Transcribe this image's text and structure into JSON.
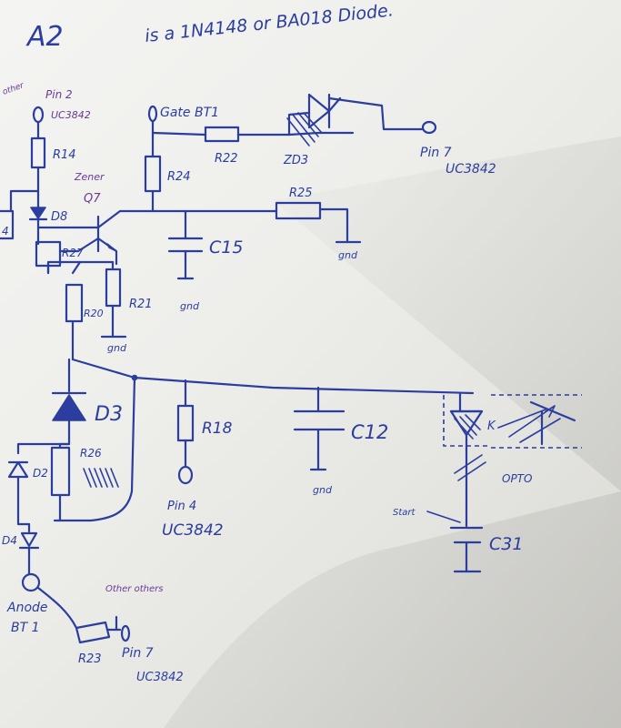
{
  "header": {
    "a2": "A2",
    "note": "is a 1N4148 or BA018 Diode."
  },
  "labels": {
    "r14": "R14",
    "r14_top_note": "other",
    "pin2": "Pin 2",
    "uc3842_pin2": "UC3842",
    "zener_note": "Zener",
    "q7": "Q7",
    "d8": "D8",
    "left_cut": "4",
    "r27": "R27",
    "r20": "R20",
    "r21": "R21",
    "gnd_r21": "gnd",
    "d3": "D3",
    "d2": "D2",
    "d4": "D4",
    "r26": "R26",
    "anode": "Anode",
    "bt1": "BT 1",
    "others": "Other others",
    "r23": "R23",
    "pin7_bottom": "Pin 7",
    "uc3842_bottom": "UC3842",
    "gate": "Gate BT1",
    "r22": "R22",
    "zd3": "ZD3",
    "pin7_top": "Pin 7",
    "uc3842_top": "UC3842",
    "r24": "R24",
    "r25": "R25",
    "gnd_r25": "gnd",
    "c15": "C15",
    "gnd_c15": "gnd",
    "r18": "R18",
    "pin4": "Pin 4",
    "uc3842_pin4": "UC3842",
    "c12": "C12",
    "gnd_c12": "gnd",
    "k": "K",
    "opto": "OPTO",
    "start": "Start",
    "c31": "C31"
  }
}
